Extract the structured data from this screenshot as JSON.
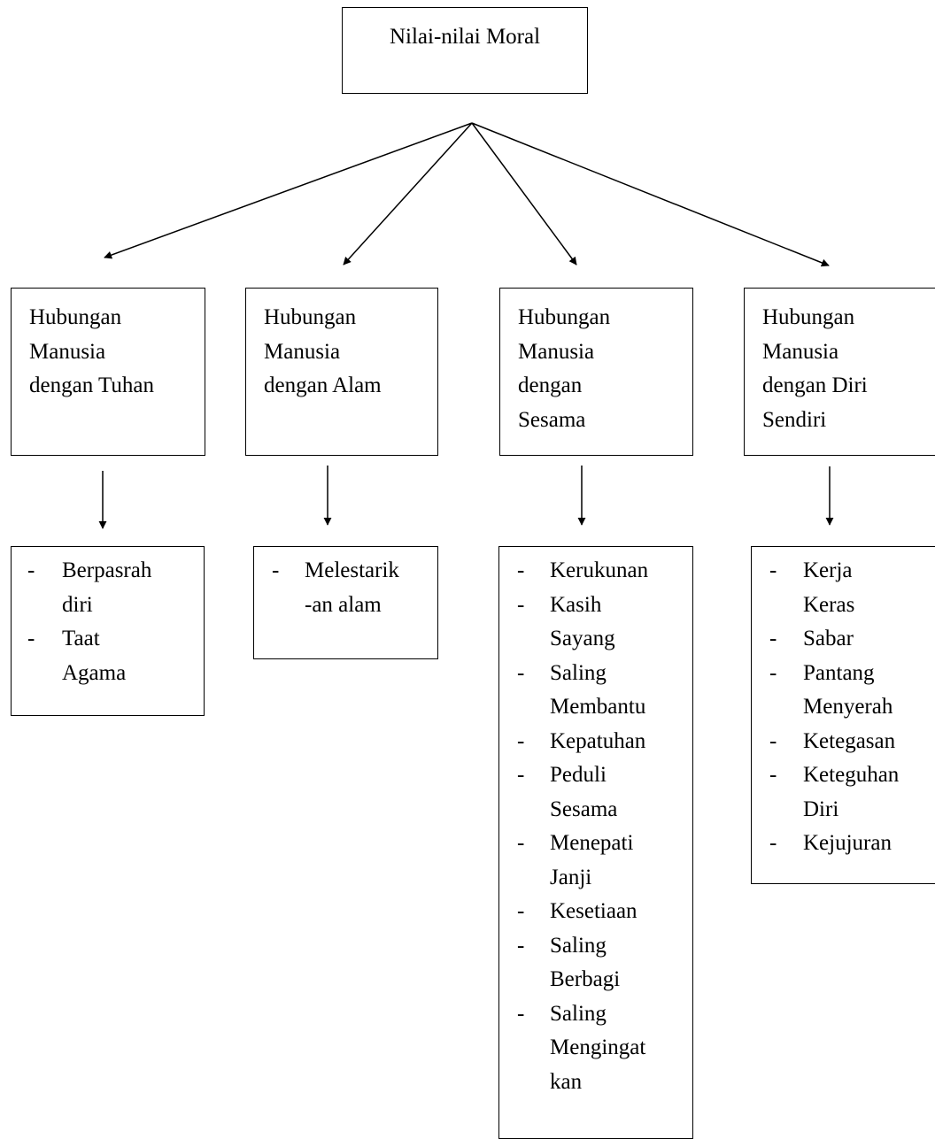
{
  "diagram": {
    "root": {
      "title": "Nilai-nilai Moral"
    },
    "categories": [
      {
        "label": "Hubungan Manusia dengan Tuhan",
        "lines": [
          "Hubungan",
          "Manusia",
          "dengan Tuhan"
        ],
        "values": [
          [
            "Berpasrah",
            "diri"
          ],
          [
            "Taat",
            "Agama"
          ]
        ]
      },
      {
        "label": "Hubungan Manusia dengan Alam",
        "lines": [
          "Hubungan",
          "Manusia",
          "dengan Alam"
        ],
        "values": [
          [
            "Melestarik",
            "-an alam"
          ]
        ]
      },
      {
        "label": "Hubungan Manusia dengan Sesama",
        "lines": [
          "Hubungan",
          "Manusia",
          "dengan",
          "Sesama"
        ],
        "values": [
          [
            "Kerukunan"
          ],
          [
            "Kasih",
            "Sayang"
          ],
          [
            "Saling",
            "Membantu"
          ],
          [
            "Kepatuhan"
          ],
          [
            "Peduli",
            "Sesama"
          ],
          [
            "Menepati",
            "Janji"
          ],
          [
            "Kesetiaan"
          ],
          [
            "Saling",
            "Berbagi"
          ],
          [
            "Saling",
            "Mengingat",
            "kan"
          ]
        ]
      },
      {
        "label": "Hubungan Manusia dengan Diri Sendiri",
        "lines": [
          "Hubungan",
          "Manusia",
          "dengan Diri",
          "Sendiri"
        ],
        "values": [
          [
            "Kerja",
            "Keras"
          ],
          [
            "Sabar"
          ],
          [
            "Pantang",
            "Menyerah"
          ],
          [
            "Ketegasan"
          ],
          [
            "Keteguhan",
            "Diri"
          ],
          [
            "Kejujuran"
          ]
        ]
      }
    ]
  },
  "bullet_char": "-",
  "line_color": "#000000"
}
